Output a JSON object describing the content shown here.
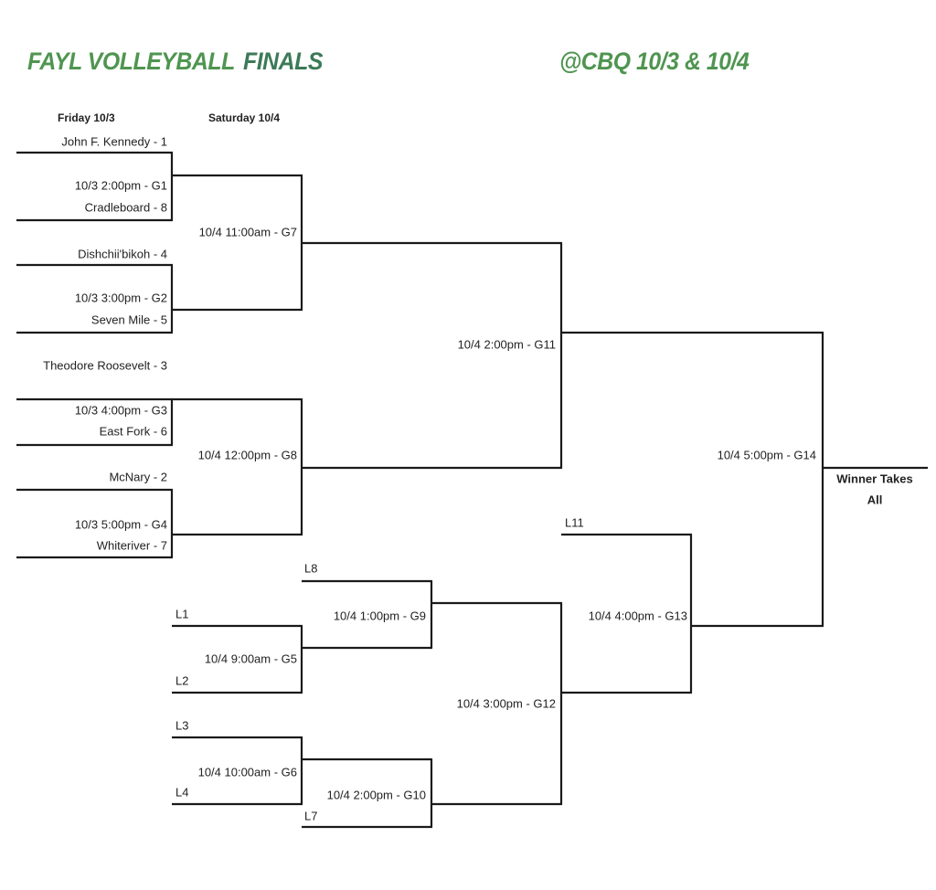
{
  "header": {
    "title": "FAYL VOLLEYBALL",
    "title_emphasis": "FINALS",
    "venue_dates": "@CBQ  10/3 & 10/4"
  },
  "days": {
    "friday": "Friday 10/3",
    "saturday": "Saturday 10/4"
  },
  "teams": {
    "t1": "John F. Kennedy - 1",
    "t8": "Cradleboard - 8",
    "t4": "Dishchii'bikoh - 4",
    "t5": "Seven Mile - 5",
    "t3": "Theodore Roosevelt - 3",
    "t6": "East Fork - 6",
    "t2": "McNary - 2",
    "t7": "Whiteriver - 7"
  },
  "games": {
    "g1": "10/3  2:00pm - G1",
    "g2": "10/3  3:00pm - G2",
    "g3": "10/3  4:00pm - G3",
    "g4": "10/3  5:00pm - G4",
    "g5": "10/4  9:00am - G5",
    "g6": "10/4  10:00am - G6",
    "g7": "10/4  11:00am - G7",
    "g8": "10/4  12:00pm - G8",
    "g9": "10/4  1:00pm - G9",
    "g10": "10/4  2:00pm - G10",
    "g11": "10/4  2:00pm - G11",
    "g12": "10/4  3:00pm - G12",
    "g13": "10/4  4:00pm - G13",
    "g14": "10/4  5:00pm - G14"
  },
  "losers": {
    "l1": "L1",
    "l2": "L2",
    "l3": "L3",
    "l4": "L4",
    "l7": "L7",
    "l8": "L8",
    "l11": "L11"
  },
  "final": {
    "line1": "Winner Takes",
    "line2": "All"
  }
}
